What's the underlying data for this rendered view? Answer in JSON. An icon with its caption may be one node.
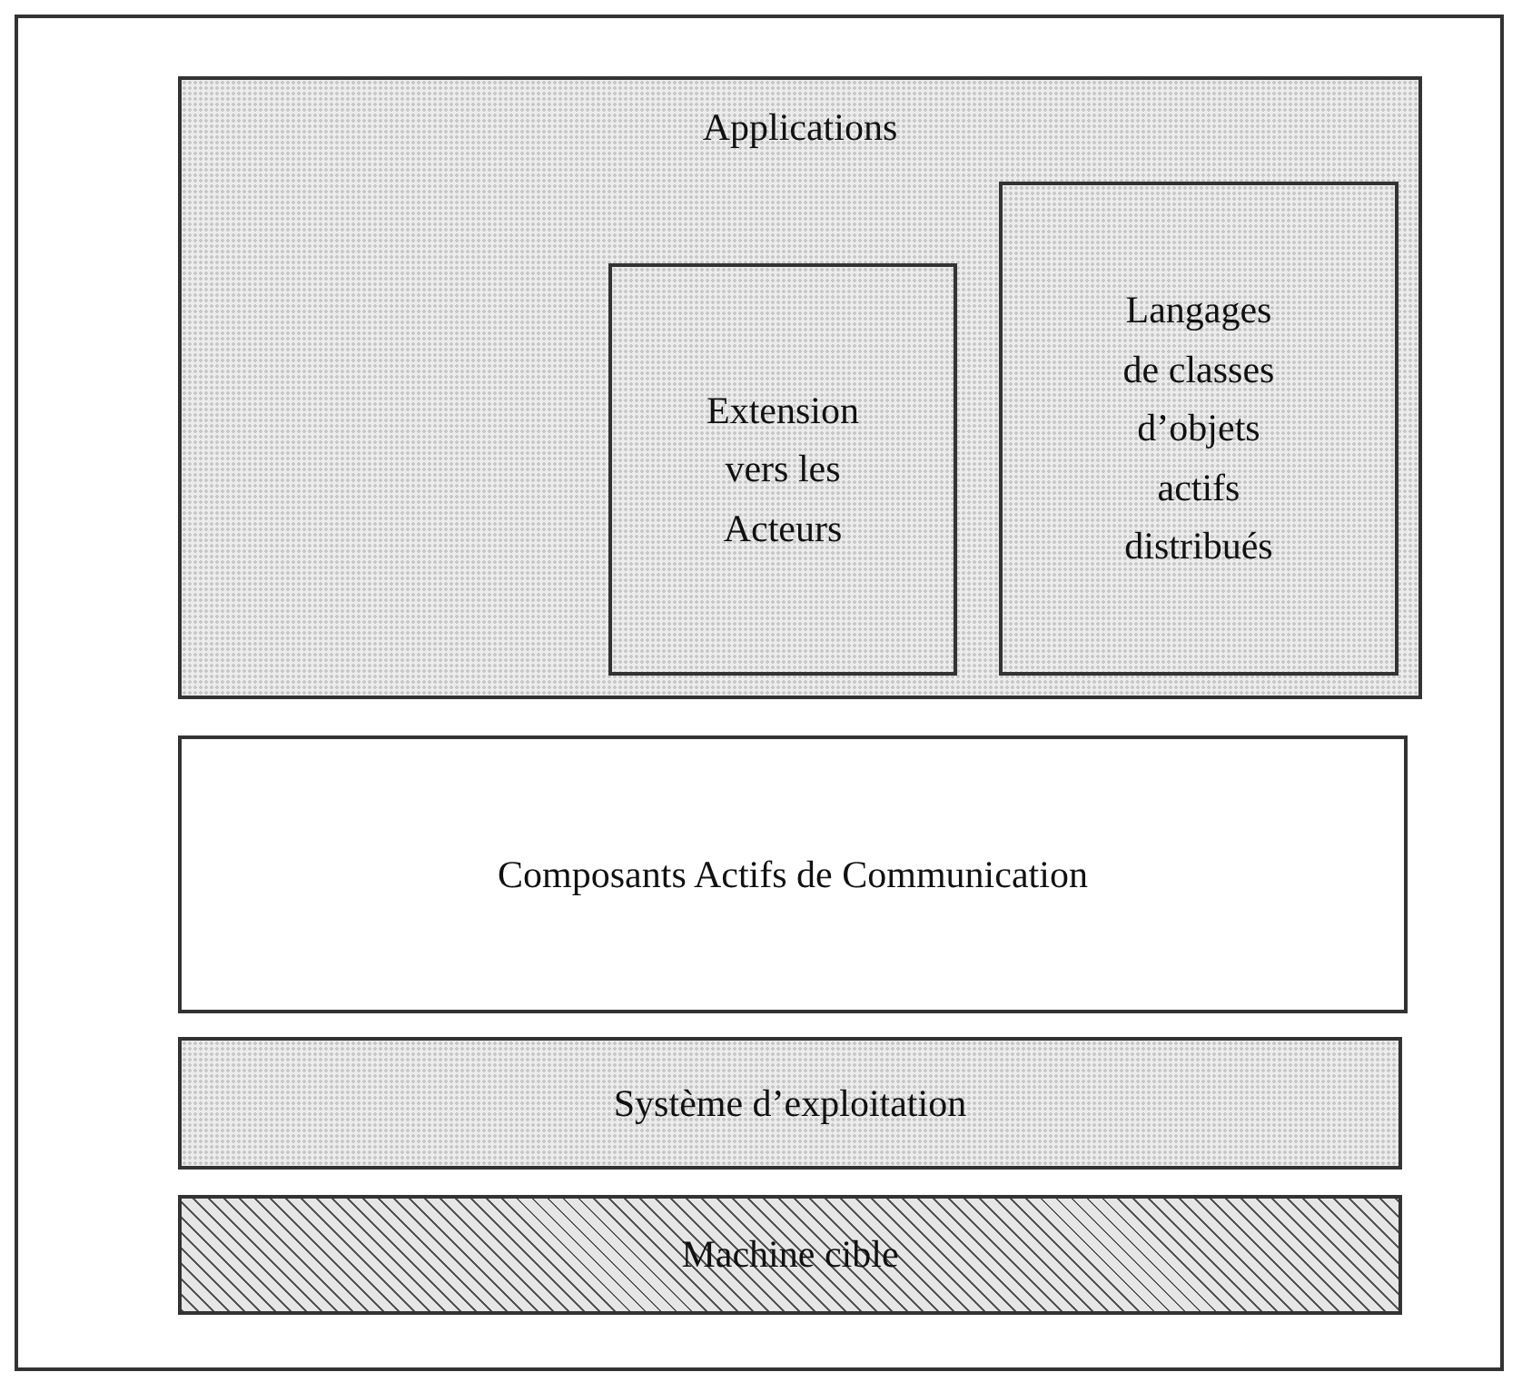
{
  "diagram": {
    "nodes": [
      {
        "text": [],
        "shape": "box"
      },
      {
        "text": [
          "Applications"
        ],
        "in": 0
      },
      {
        "text": [
          "Extension vers les Acteurs"
        ],
        "in": 1
      },
      {
        "text": [
          "Langages de classes d’objets actifs distribués"
        ],
        "in": 1
      },
      {
        "text": [
          "Composants Actifs de Communication"
        ],
        "in": 0
      },
      {
        "text": [
          "Système d’exploitation"
        ],
        "in": 0
      },
      {
        "text": [
          "Machine cible"
        ],
        "in": 0
      }
    ]
  }
}
